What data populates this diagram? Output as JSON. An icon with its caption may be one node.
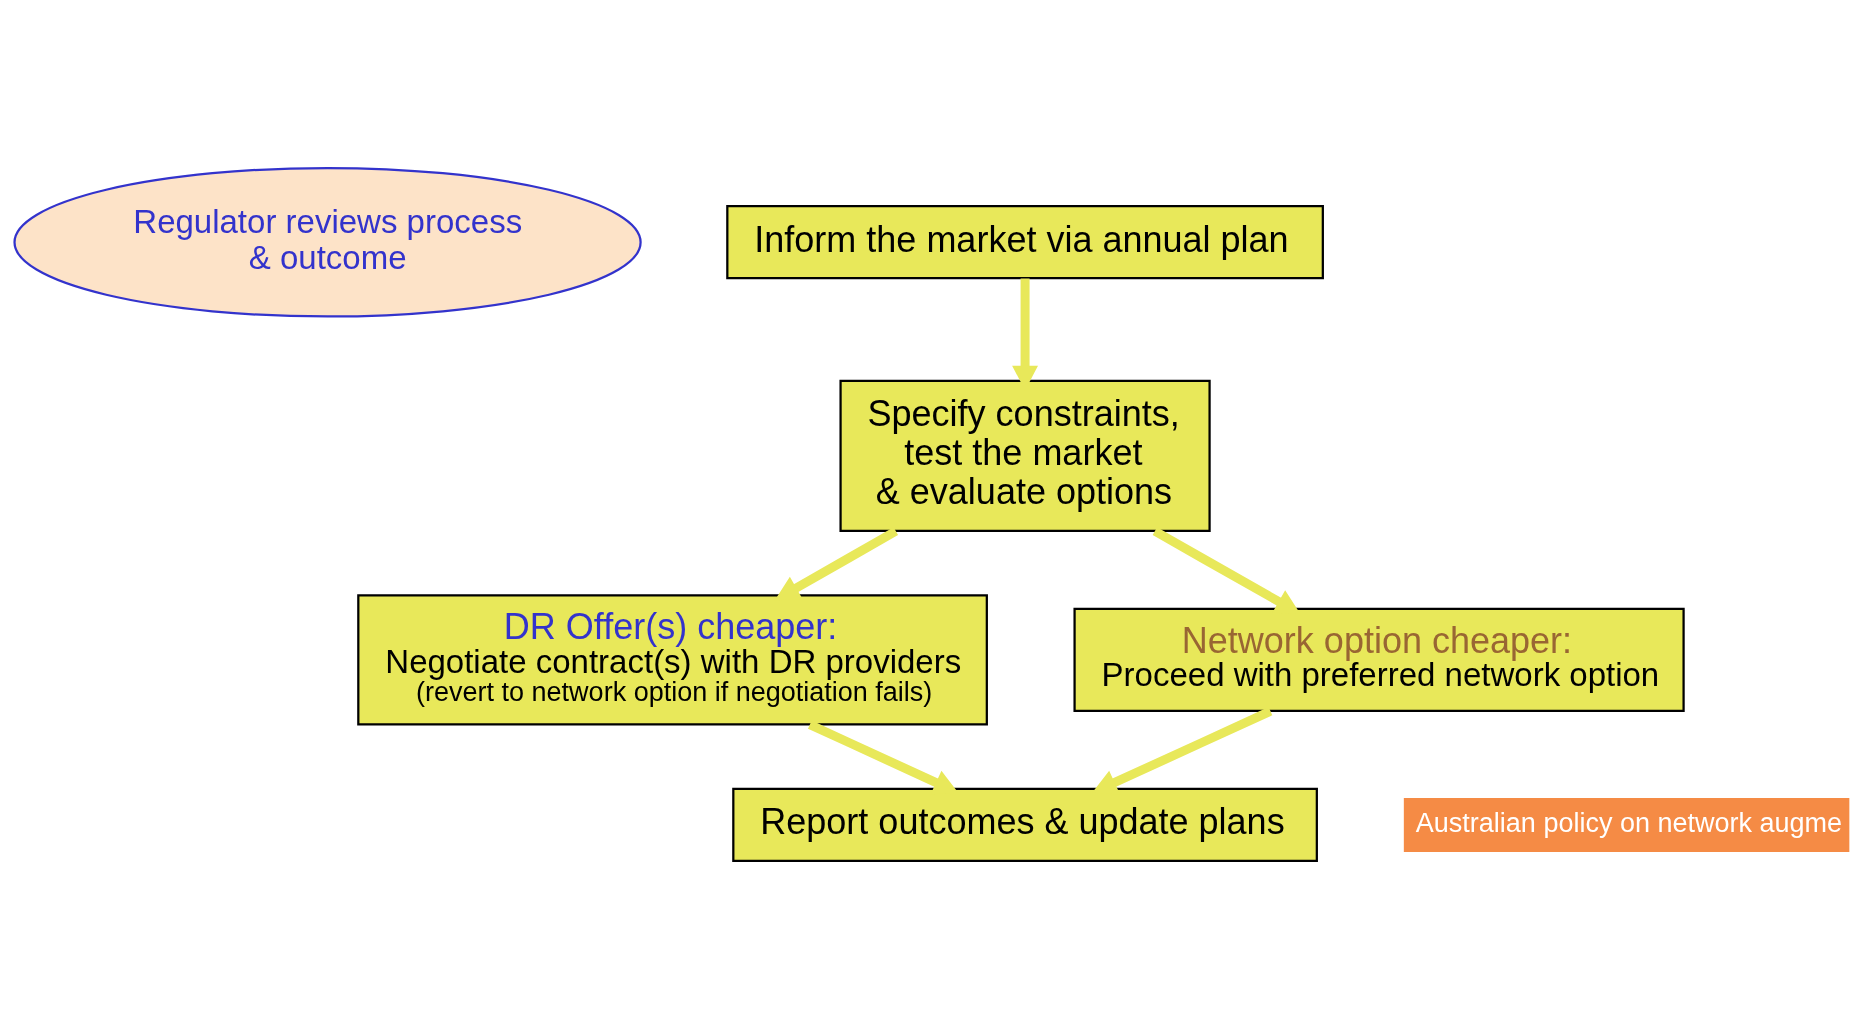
{
  "diagram": {
    "nodes": [
      {
        "text": [
          "Regulator reviews process & outcome"
        ]
      },
      {
        "text": [
          "Inform the market via annual plan"
        ]
      },
      {
        "text": [
          "Specify constraints, test the market & evaluate options"
        ]
      },
      {
        "text": [
          "DR Offer(s) cheaper:",
          "Negotiate contract(s) with DR providers",
          "(revert to network option if negotiation fails)"
        ]
      },
      {
        "text": [
          "Network option cheaper:",
          "Proceed with preferred network option"
        ]
      },
      {
        "text": [
          "Report outcomes & update plans"
        ]
      }
    ],
    "edges": [
      {
        "from": 1,
        "to": 2,
        "arrow": "to"
      },
      {
        "from": 2,
        "to": 3,
        "arrow": "to"
      },
      {
        "from": 2,
        "to": 4,
        "arrow": "to"
      },
      {
        "from": 3,
        "to": 5,
        "arrow": "to"
      },
      {
        "from": 4,
        "to": 5,
        "arrow": "to"
      }
    ],
    "labels": [
      "Australian policy on network augme"
    ]
  }
}
